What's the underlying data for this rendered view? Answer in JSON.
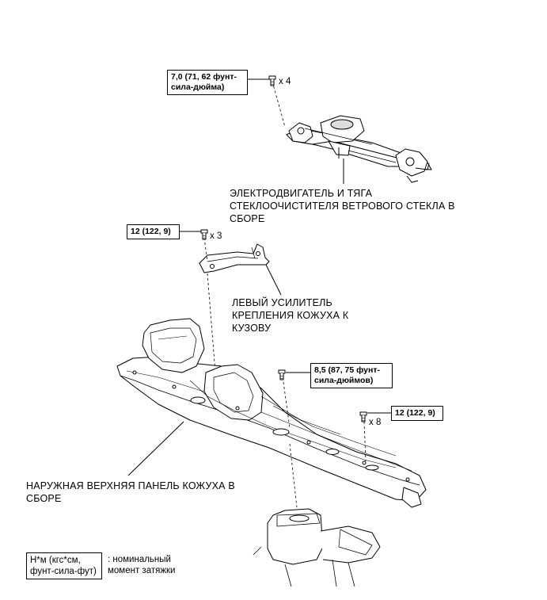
{
  "torque_specs": {
    "wiper_bolts": {
      "line1": "7,0 (71, 62 фунт-",
      "line2": "сила-дюйма)",
      "qty": "x 4"
    },
    "reinforcement_bolts": {
      "line1": "12 (122, 9)",
      "qty": "x 3"
    },
    "center_bolt": {
      "line1": "8,5 (87, 75 фунт-",
      "line2": "сила-дюймов)"
    },
    "panel_bolts": {
      "line1": "12 (122, 9)",
      "qty": "x 8"
    }
  },
  "part_labels": {
    "wiper_motor": {
      "line1": "ЭЛЕКТРОДВИГАТЕЛЬ И ТЯГА",
      "line2": "СТЕКЛООЧИСТИТЕЛЯ ВЕТРОВОГО СТЕКЛА В",
      "line3": "СБОРЕ"
    },
    "left_reinforcement": {
      "line1": "ЛЕВЫЙ УСИЛИТЕЛЬ",
      "line2": "КРЕПЛЕНИЯ КОЖУХА К",
      "line3": "КУЗОВУ"
    },
    "outer_cowl_panel": {
      "line1": "НАРУЖНАЯ ВЕРХНЯЯ ПАНЕЛЬ КОЖУХА В",
      "line2": "СБОРЕ"
    }
  },
  "legend": {
    "unit_line1": "Н*м (кгс*см,",
    "unit_line2": "фунт-сила-фут)",
    "desc_line1": ": номинальный",
    "desc_line2": "момент затяжки"
  },
  "icons": [
    "bolt-icon",
    "wiper-linkage-drawing",
    "reinforcement-bracket-drawing",
    "cowl-panel-drawing",
    "reservoir-drawing"
  ]
}
